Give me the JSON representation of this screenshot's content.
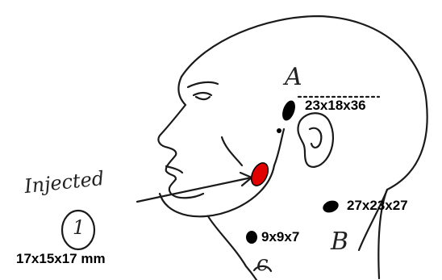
{
  "figure": {
    "nodes": {
      "a": {
        "letter": "A",
        "size": "23x18x36"
      },
      "b": {
        "letter": "B",
        "size": "27x23x27"
      },
      "c": {
        "letter": "c",
        "size": "9x9x7"
      },
      "injected": {
        "label": "Injected",
        "number": "1",
        "size": "17x15x17 mm",
        "color": "#e00000"
      }
    }
  }
}
